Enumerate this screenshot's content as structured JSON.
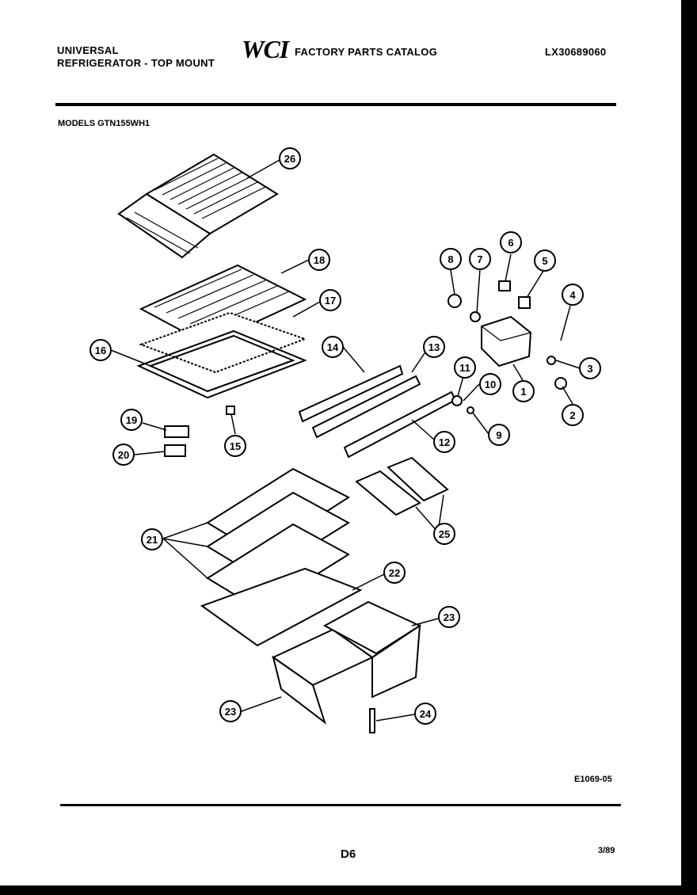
{
  "header": {
    "brand_line1": "UNIVERSAL",
    "brand_line2": "REFRIGERATOR - TOP MOUNT",
    "logo": "WCI",
    "catalog_title": "FACTORY PARTS CATALOG",
    "catalog_number": "LX30689060"
  },
  "models_label": "MODELS GTN155WH1",
  "diagram_code": "E1069-05",
  "page_number": "D6",
  "date": "3/89",
  "callouts": [
    "26",
    "18",
    "17",
    "16",
    "14",
    "13",
    "12",
    "11",
    "10",
    "9",
    "8",
    "7",
    "6",
    "5",
    "4",
    "3",
    "2",
    "1",
    "19",
    "20",
    "15",
    "21",
    "22",
    "23",
    "24",
    "25"
  ]
}
